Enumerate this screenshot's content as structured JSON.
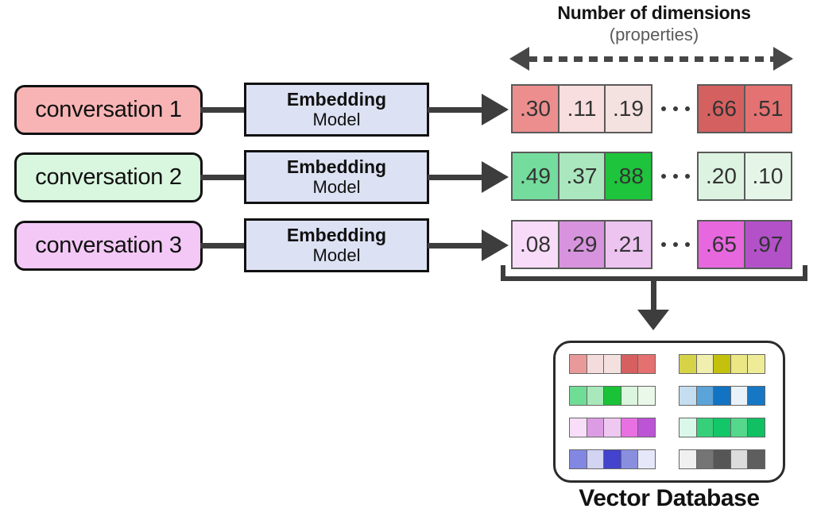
{
  "header": {
    "title": "Number of dimensions",
    "subtitle": "(properties)"
  },
  "rows": [
    {
      "conversation": {
        "label": "conversation 1",
        "fill": "#F8B4B4"
      },
      "embedding": {
        "title": "Embedding",
        "subtitle": "Model"
      },
      "cells_start": [
        {
          "value": ".30",
          "fill": "#EC8E8E"
        },
        {
          "value": ".11",
          "fill": "#F8DEDE"
        },
        {
          "value": ".19",
          "fill": "#F4E2E0"
        }
      ],
      "cells_end": [
        {
          "value": ".66",
          "fill": "#D56060"
        },
        {
          "value": ".51",
          "fill": "#E57272"
        }
      ]
    },
    {
      "conversation": {
        "label": "conversation 2",
        "fill": "#D9F6DE"
      },
      "embedding": {
        "title": "Embedding",
        "subtitle": "Model"
      },
      "cells_start": [
        {
          "value": ".49",
          "fill": "#74DC9D"
        },
        {
          "value": ".37",
          "fill": "#ABE7BE"
        },
        {
          "value": ".88",
          "fill": "#1EC43C"
        }
      ],
      "cells_end": [
        {
          "value": ".20",
          "fill": "#DDF3E1"
        },
        {
          "value": ".10",
          "fill": "#E5F6E8"
        }
      ]
    },
    {
      "conversation": {
        "label": "conversation 3",
        "fill": "#F3C8F6"
      },
      "embedding": {
        "title": "Embedding",
        "subtitle": "Model"
      },
      "cells_start": [
        {
          "value": ".08",
          "fill": "#F8DBF8"
        },
        {
          "value": ".29",
          "fill": "#D893DE"
        },
        {
          "value": ".21",
          "fill": "#EDC3F0"
        }
      ],
      "cells_end": [
        {
          "value": ".65",
          "fill": "#E767DF"
        },
        {
          "value": ".97",
          "fill": "#B351C9"
        }
      ]
    }
  ],
  "database": {
    "label": "Vector Database",
    "mini_vectors": [
      {
        "cells": [
          "#E89A9A",
          "#F5DCDC",
          "#F5E0E0",
          "#D66060",
          "#E57070"
        ]
      },
      {
        "cells": [
          "#D6D348",
          "#F1EFAE",
          "#C3C00E",
          "#EAE784",
          "#EFEC98"
        ]
      },
      {
        "cells": [
          "#70DD97",
          "#A8E8BA",
          "#19C236",
          "#DCF5DE",
          "#E9F8E9"
        ]
      },
      {
        "cells": [
          "#C4DEF0",
          "#5BA4DA",
          "#1173C2",
          "#E9F2F9",
          "#1678C4"
        ]
      },
      {
        "cells": [
          "#F8DEF8",
          "#DC9CE4",
          "#EFC8F2",
          "#E870E0",
          "#BB55D5"
        ]
      },
      {
        "cells": [
          "#D9F8E9",
          "#36D07A",
          "#13C668",
          "#55D88C",
          "#11C063"
        ]
      },
      {
        "cells": [
          "#8287E2",
          "#D2D4F2",
          "#4343CD",
          "#8A8EDF",
          "#E6E8FA"
        ]
      },
      {
        "cells": [
          "#F0F0F0",
          "#757575",
          "#565656",
          "#DCDCDC",
          "#5E5E5E"
        ]
      }
    ]
  },
  "colors": {
    "arrow": "#3D3D3D",
    "box_border": "#111111",
    "cell_border": "#5A5A5A",
    "embedding_fill": "#DCE1F3",
    "subtitle_text": "#5A5A5A"
  }
}
